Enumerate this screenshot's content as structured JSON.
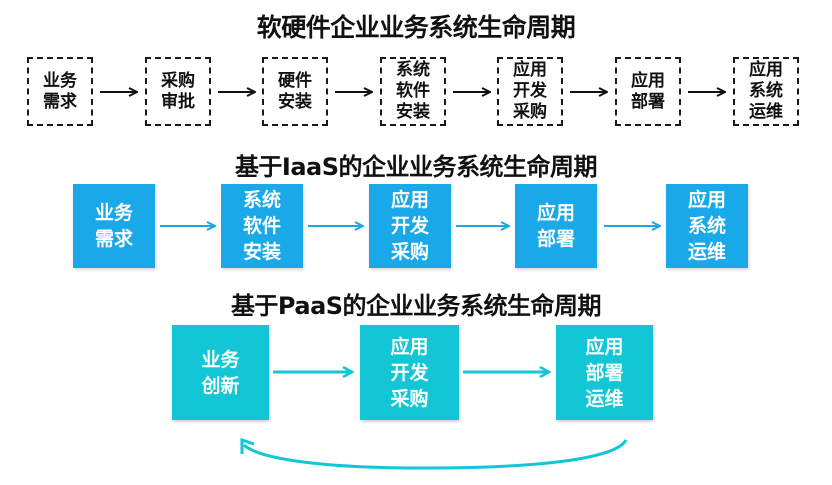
{
  "diagram": {
    "traditional": {
      "title": "软硬件企业业务系统生命周期",
      "steps": [
        {
          "label": "业务\n需求"
        },
        {
          "label": "采购\n审批"
        },
        {
          "label": "硬件\n安装"
        },
        {
          "label": "系统\n软件\n安装"
        },
        {
          "label": "应用\n开发\n采购"
        },
        {
          "label": "应用\n部署"
        },
        {
          "label": "应用\n系统\n运维"
        }
      ],
      "style": "dashed-outline",
      "arrow_color": "#111111"
    },
    "iaas": {
      "title": "基于IaaS的企业业务系统生命周期",
      "steps": [
        {
          "label": "业务\n需求"
        },
        {
          "label": "系统\n软件\n安装"
        },
        {
          "label": "应用\n开发\n采购"
        },
        {
          "label": "应用\n部署"
        },
        {
          "label": "应用\n系统\n运维"
        }
      ],
      "box_color": "#1aa9e8",
      "arrow_color": "#1aa9e8"
    },
    "paas": {
      "title": "基于PaaS的企业业务系统生命周期",
      "steps": [
        {
          "label": "业务\n创新"
        },
        {
          "label": "应用\n开发\n采购"
        },
        {
          "label": "应用\n部署\n运维"
        }
      ],
      "box_color": "#13c6d6",
      "arrow_color": "#13c6d6",
      "feedback_loop": {
        "from": "应用部署运维",
        "to": "业务创新"
      }
    }
  }
}
